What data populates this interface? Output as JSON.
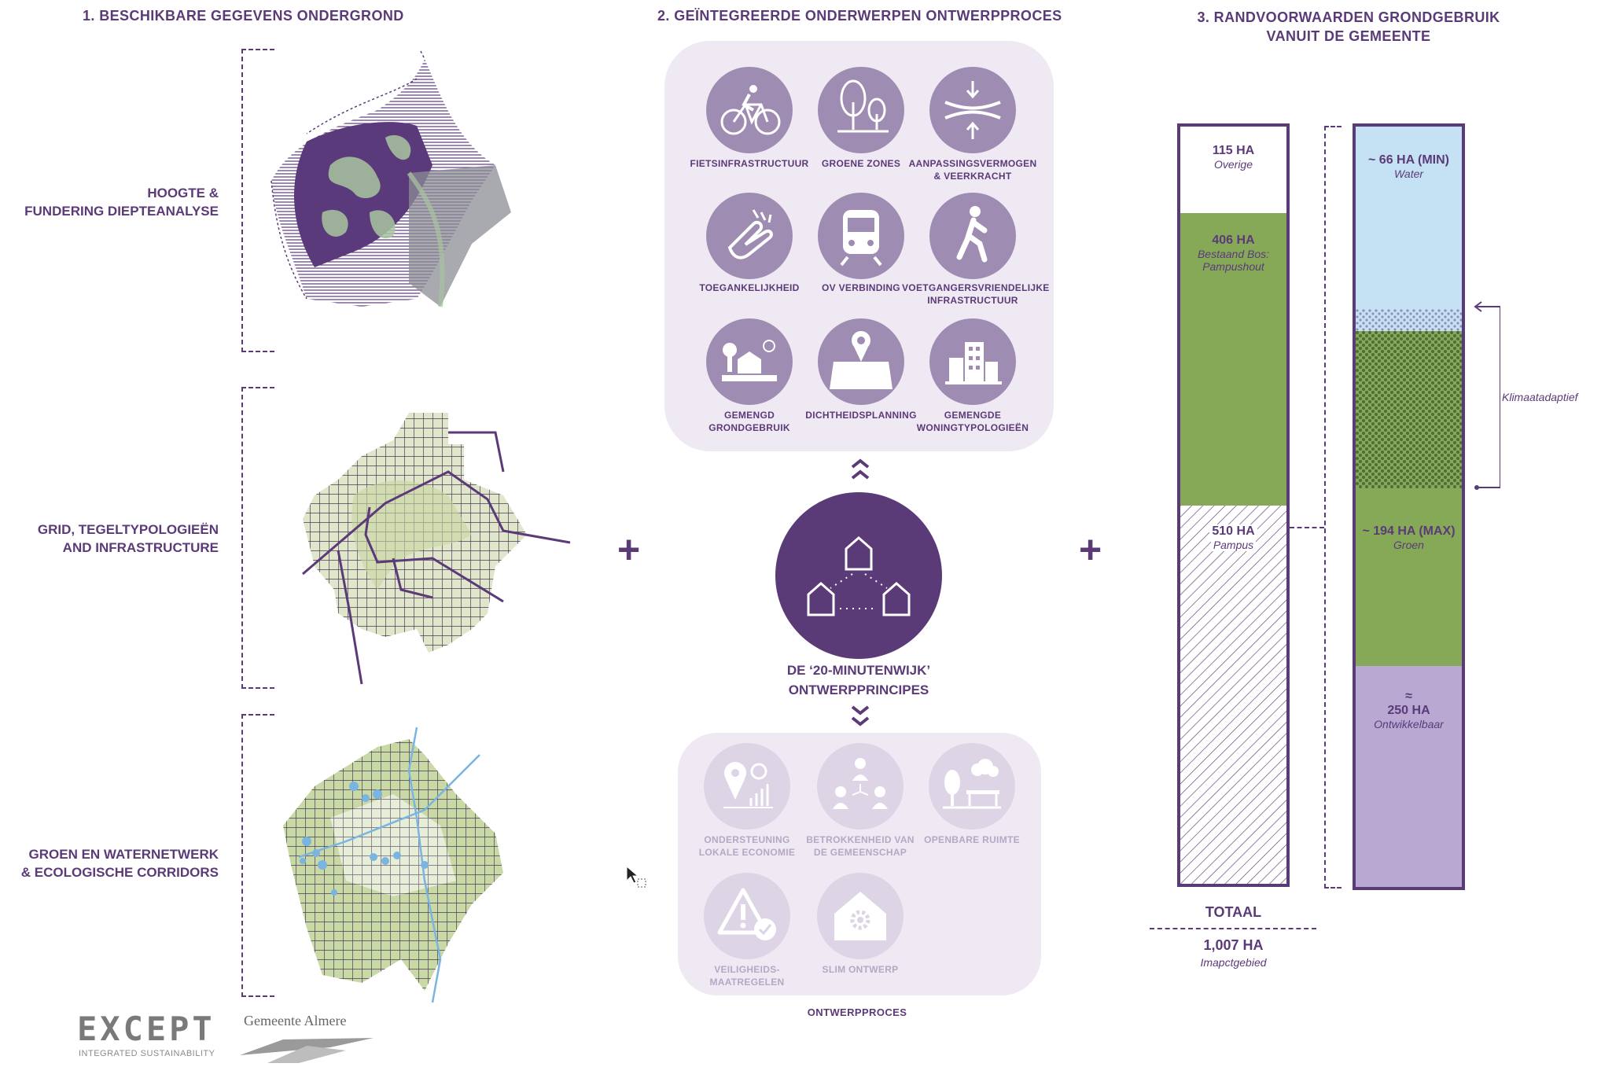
{
  "section1": {
    "title": "1.  BESCHIKBARE GEGEVENS ONDERGROND",
    "label1_line1": "HOOGTE &",
    "label1_line2": "FUNDERING DIEPTEANALYSE",
    "label2_line1": "GRID, TEGELTYPOLOGIEËN",
    "label2_line2": "AND INFRASTRUCTURE",
    "label3_line1": "GROEN EN WATERNETWERK",
    "label3_line2": "& ECOLOGISCHE CORRIDORS"
  },
  "section2": {
    "title": "2. GEÏNTEGREERDE ONDERWERPEN ONTWERPPROCES",
    "icons_top": [
      {
        "name": "bicycle-icon",
        "line1": "FIETSINFRASTRUCTUUR",
        "line2": ""
      },
      {
        "name": "trees-icon",
        "line1": "GROENE ZONES",
        "line2": ""
      },
      {
        "name": "resilience-icon",
        "line1": "AANPASSINGSVERMOGEN",
        "line2": "& VEERKRACHT"
      },
      {
        "name": "accessibility-hand-icon",
        "line1": "TOEGANKELIJKHEID",
        "line2": ""
      },
      {
        "name": "train-icon",
        "line1": "OV VERBINDING",
        "line2": ""
      },
      {
        "name": "pedestrian-icon",
        "line1": "VOETGANGERSVRIENDELIJKE",
        "line2": "INFRASTRUCTUUR"
      },
      {
        "name": "mixed-land-use-icon",
        "line1": "GEMENGD",
        "line2": "GRONDGEBRUIK"
      },
      {
        "name": "density-map-icon",
        "line1": "DICHTHEIDSPLANNING",
        "line2": ""
      },
      {
        "name": "housing-types-icon",
        "line1": "GEMENGDE",
        "line2": "WONINGTYPOLOGIEËN"
      }
    ],
    "center_line1": "DE ‘20-MINUTENWIJK’",
    "center_line2": "ONTWERPPRINCIPES",
    "icons_bottom": [
      {
        "name": "local-economy-icon",
        "line1": "ONDERSTEUNING",
        "line2": "LOKALE ECONOMIE"
      },
      {
        "name": "community-icon",
        "line1": "BETROKKENHEID VAN",
        "line2": "DE GEMEENSCHAP"
      },
      {
        "name": "public-space-icon",
        "line1": "OPENBARE RUIMTE",
        "line2": ""
      },
      {
        "name": "safety-icon",
        "line1": "VEILIGHEIDS-",
        "line2": "MAATREGELEN"
      },
      {
        "name": "smart-home-icon",
        "line1": "SLIM ONTWERP",
        "line2": ""
      }
    ],
    "bottom_caption": "ONTWERPPROCES"
  },
  "section3": {
    "title_line1": "3. RANDVOORWAARDEN GRONDGEBRUIK",
    "title_line2": "VANUIT DE GEMEENTE",
    "bar1": [
      {
        "value": "115 HA",
        "name": "Overige",
        "ha": 115,
        "color": "#ffffff"
      },
      {
        "value": "406 HA",
        "name": "Bestaand Bos:",
        "name2": "Pampushout",
        "ha": 406,
        "color": "#86a957"
      },
      {
        "value": "510 HA",
        "name": "Pampus",
        "ha": 510,
        "color": "hatch"
      }
    ],
    "bar2": [
      {
        "value": "~ 66 HA (MIN)",
        "name": "Water",
        "color": "#c5e2f5"
      },
      {
        "value": "~ 194 HA (MAX)",
        "name": "Groen",
        "color": "#86a957"
      },
      {
        "value": "≈",
        "value2": "250 HA",
        "name": "Ontwikkelbaar",
        "color": "#b8a8d2"
      }
    ],
    "klimaat": "Klimaatadaptief",
    "totaal": "TOTAAL",
    "total_value": "1,007 HA",
    "total_name": "Imapctgebied"
  },
  "logos": {
    "except": "EXCEPT",
    "except_sub": "INTEGRATED SUSTAINABILITY",
    "almere": "Gemeente Almere"
  },
  "colors": {
    "accent": "#5b3a78",
    "icon_circle": "#9f8cb2",
    "icon_circle_light": "#ddd4e5",
    "panel": "#efe9f3",
    "green": "#86a957",
    "water": "#c5e2f5",
    "lavender": "#b8a8d2"
  }
}
